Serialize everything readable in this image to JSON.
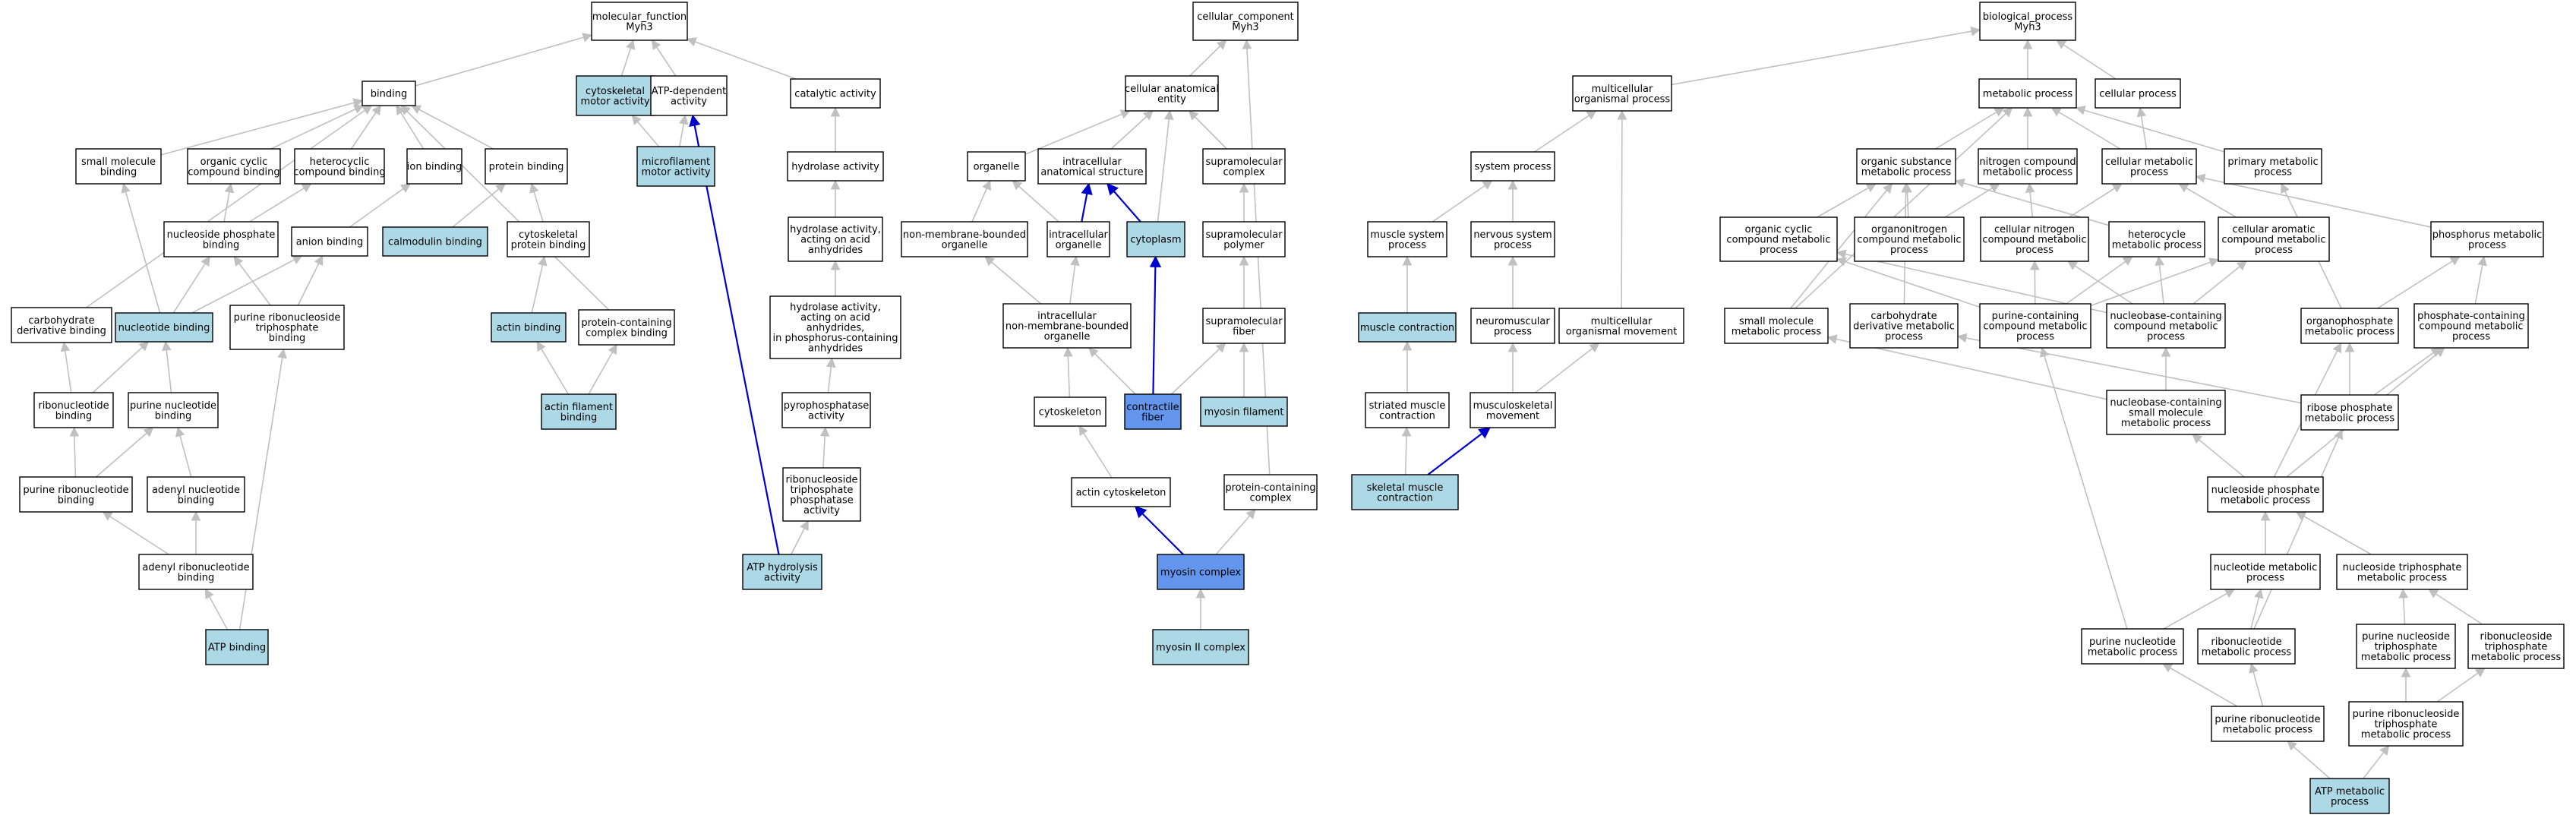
{
  "colors": {
    "node_default": "#ffffff",
    "node_light": "#add8e6",
    "node_dark": "#6495ed",
    "edge_gray": "#c0c0c0",
    "edge_blue": "#0000cc"
  },
  "nodes": {
    "mf": {
      "lines": [
        "molecular_function",
        "Myh3"
      ],
      "fill": "white"
    },
    "binding": {
      "lines": [
        "binding"
      ],
      "fill": "white"
    },
    "cyto_motor": {
      "lines": [
        "cytoskeletal",
        "motor activity"
      ],
      "fill": "light"
    },
    "atp_dep": {
      "lines": [
        "ATP-dependent",
        "activity"
      ],
      "fill": "white"
    },
    "catalytic": {
      "lines": [
        "catalytic activity"
      ],
      "fill": "white"
    },
    "micro_motor": {
      "lines": [
        "microfilament",
        "motor activity"
      ],
      "fill": "light"
    },
    "small_mol": {
      "lines": [
        "small molecule",
        "binding"
      ],
      "fill": "white"
    },
    "org_cyclic_b": {
      "lines": [
        "organic cyclic",
        "compound binding"
      ],
      "fill": "white"
    },
    "hetero_b": {
      "lines": [
        "heterocyclic",
        "compound binding"
      ],
      "fill": "white"
    },
    "ion_b": {
      "lines": [
        "ion binding"
      ],
      "fill": "white"
    },
    "protein_b": {
      "lines": [
        "protein binding"
      ],
      "fill": "white"
    },
    "hydrolase": {
      "lines": [
        "hydrolase activity"
      ],
      "fill": "white"
    },
    "nuc_phos_b": {
      "lines": [
        "nucleoside phosphate",
        "binding"
      ],
      "fill": "white"
    },
    "anion_b": {
      "lines": [
        "anion binding"
      ],
      "fill": "white"
    },
    "calmodulin": {
      "lines": [
        "calmodulin binding"
      ],
      "fill": "light"
    },
    "cyto_prot_b": {
      "lines": [
        "cytoskeletal",
        "protein binding"
      ],
      "fill": "white"
    },
    "hydro_anh": {
      "lines": [
        "hydrolase activity,",
        "acting on acid",
        "anhydrides"
      ],
      "fill": "white"
    },
    "carb_deriv_b": {
      "lines": [
        "carbohydrate",
        "derivative binding"
      ],
      "fill": "white"
    },
    "nucleotide_b": {
      "lines": [
        "nucleotide binding"
      ],
      "fill": "light"
    },
    "pur_ribonuc_tri_b": {
      "lines": [
        "purine ribonucleoside",
        "triphosphate",
        "binding"
      ],
      "fill": "white"
    },
    "actin_b": {
      "lines": [
        "actin binding"
      ],
      "fill": "light"
    },
    "prot_complex_b": {
      "lines": [
        "protein-containing",
        "complex binding"
      ],
      "fill": "white"
    },
    "hydro_p_anh": {
      "lines": [
        "hydrolase activity,",
        "acting on acid",
        "anhydrides,",
        "in phosphorus-containing",
        "anhydrides"
      ],
      "fill": "white"
    },
    "ribonuc_b": {
      "lines": [
        "ribonucleotide",
        "binding"
      ],
      "fill": "white"
    },
    "pur_nuc_b": {
      "lines": [
        "purine nucleotide",
        "binding"
      ],
      "fill": "white"
    },
    "actin_fil_b": {
      "lines": [
        "actin filament",
        "binding"
      ],
      "fill": "light"
    },
    "pyrophos": {
      "lines": [
        "pyrophosphatase",
        "activity"
      ],
      "fill": "white"
    },
    "pur_ribonuc_b": {
      "lines": [
        "purine ribonucleotide",
        "binding"
      ],
      "fill": "white"
    },
    "adenyl_nuc_b": {
      "lines": [
        "adenyl nucleotide",
        "binding"
      ],
      "fill": "white"
    },
    "ribonuc_tri_phos": {
      "lines": [
        "ribonucleoside",
        "triphosphate",
        "phosphatase",
        "activity"
      ],
      "fill": "white"
    },
    "adenyl_ribonuc_b": {
      "lines": [
        "adenyl ribonucleotide",
        "binding"
      ],
      "fill": "white"
    },
    "atp_hydro": {
      "lines": [
        "ATP hydrolysis",
        "activity"
      ],
      "fill": "light"
    },
    "atp_b": {
      "lines": [
        "ATP binding"
      ],
      "fill": "light"
    },
    "cc": {
      "lines": [
        "cellular_component",
        "Myh3"
      ],
      "fill": "white"
    },
    "cae": {
      "lines": [
        "cellular anatomical",
        "entity"
      ],
      "fill": "white"
    },
    "organelle": {
      "lines": [
        "organelle"
      ],
      "fill": "white"
    },
    "ias": {
      "lines": [
        "intracellular",
        "anatomical structure"
      ],
      "fill": "white"
    },
    "supra_complex": {
      "lines": [
        "supramolecular",
        "complex"
      ],
      "fill": "white"
    },
    "nmb_org": {
      "lines": [
        "non-membrane-bounded",
        "organelle"
      ],
      "fill": "white"
    },
    "intra_org": {
      "lines": [
        "intracellular",
        "organelle"
      ],
      "fill": "white"
    },
    "cytoplasm": {
      "lines": [
        "cytoplasm"
      ],
      "fill": "light"
    },
    "supra_polymer": {
      "lines": [
        "supramolecular",
        "polymer"
      ],
      "fill": "white"
    },
    "intra_nmb": {
      "lines": [
        "intracellular",
        "non-membrane-bounded",
        "organelle"
      ],
      "fill": "white"
    },
    "supra_fiber": {
      "lines": [
        "supramolecular",
        "fiber"
      ],
      "fill": "white"
    },
    "cytoskeleton": {
      "lines": [
        "cytoskeleton"
      ],
      "fill": "white"
    },
    "contractile": {
      "lines": [
        "contractile",
        "fiber"
      ],
      "fill": "dark"
    },
    "myosin_fil": {
      "lines": [
        "myosin filament"
      ],
      "fill": "light"
    },
    "actin_cyto": {
      "lines": [
        "actin cytoskeleton"
      ],
      "fill": "white"
    },
    "prot_complex": {
      "lines": [
        "protein-containing",
        "complex"
      ],
      "fill": "white"
    },
    "myosin_complex": {
      "lines": [
        "myosin complex"
      ],
      "fill": "dark"
    },
    "myosin2": {
      "lines": [
        "myosin II complex"
      ],
      "fill": "light"
    },
    "bp": {
      "lines": [
        "biological_process",
        "Myh3"
      ],
      "fill": "white"
    },
    "multi_org": {
      "lines": [
        "multicellular",
        "organismal process"
      ],
      "fill": "white"
    },
    "metabolic": {
      "lines": [
        "metabolic process"
      ],
      "fill": "white"
    },
    "cellular": {
      "lines": [
        "cellular process"
      ],
      "fill": "white"
    },
    "system": {
      "lines": [
        "system process"
      ],
      "fill": "white"
    },
    "org_subst": {
      "lines": [
        "organic substance",
        "metabolic process"
      ],
      "fill": "white"
    },
    "nitrogen": {
      "lines": [
        "nitrogen compound",
        "metabolic process"
      ],
      "fill": "white"
    },
    "cell_meta": {
      "lines": [
        "cellular metabolic",
        "process"
      ],
      "fill": "white"
    },
    "primary": {
      "lines": [
        "primary metabolic",
        "process"
      ],
      "fill": "white"
    },
    "muscle_sys": {
      "lines": [
        "muscle system",
        "process"
      ],
      "fill": "white"
    },
    "nervous": {
      "lines": [
        "nervous system",
        "process"
      ],
      "fill": "white"
    },
    "org_cyclic": {
      "lines": [
        "organic cyclic",
        "compound metabolic",
        "process"
      ],
      "fill": "white"
    },
    "organonitrogen": {
      "lines": [
        "organonitrogen",
        "compound metabolic",
        "process"
      ],
      "fill": "white"
    },
    "cell_nitrogen": {
      "lines": [
        "cellular nitrogen",
        "compound metabolic",
        "process"
      ],
      "fill": "white"
    },
    "heterocycle": {
      "lines": [
        "heterocycle",
        "metabolic process"
      ],
      "fill": "white"
    },
    "cell_aromatic": {
      "lines": [
        "cellular aromatic",
        "compound metabolic",
        "process"
      ],
      "fill": "white"
    },
    "phosphorus": {
      "lines": [
        "phosphorus metabolic",
        "process"
      ],
      "fill": "white"
    },
    "muscle_contr": {
      "lines": [
        "muscle contraction"
      ],
      "fill": "light"
    },
    "neuromuscular": {
      "lines": [
        "neuromuscular",
        "process"
      ],
      "fill": "white"
    },
    "multi_move": {
      "lines": [
        "multicellular",
        "organismal movement"
      ],
      "fill": "white"
    },
    "small_mol_meta": {
      "lines": [
        "small molecule",
        "metabolic process"
      ],
      "fill": "white"
    },
    "carb_deriv_meta": {
      "lines": [
        "carbohydrate",
        "derivative metabolic",
        "process"
      ],
      "fill": "white"
    },
    "purine_cont": {
      "lines": [
        "purine-containing",
        "compound metabolic",
        "process"
      ],
      "fill": "white"
    },
    "nucbase_cont": {
      "lines": [
        "nucleobase-containing",
        "compound metabolic",
        "process"
      ],
      "fill": "white"
    },
    "organophos": {
      "lines": [
        "organophosphate",
        "metabolic process"
      ],
      "fill": "white"
    },
    "phosphate_cont": {
      "lines": [
        "phosphate-containing",
        "compound metabolic",
        "process"
      ],
      "fill": "white"
    },
    "striated": {
      "lines": [
        "striated muscle",
        "contraction"
      ],
      "fill": "white"
    },
    "musculoskeletal": {
      "lines": [
        "musculoskeletal",
        "movement"
      ],
      "fill": "white"
    },
    "nucbase_small": {
      "lines": [
        "nucleobase-containing",
        "small molecule",
        "metabolic process"
      ],
      "fill": "white"
    },
    "ribose_phos": {
      "lines": [
        "ribose phosphate",
        "metabolic process"
      ],
      "fill": "white"
    },
    "skeletal": {
      "lines": [
        "skeletal muscle",
        "contraction"
      ],
      "fill": "light"
    },
    "nuc_phos_meta": {
      "lines": [
        "nucleoside phosphate",
        "metabolic process"
      ],
      "fill": "white"
    },
    "nucleotide_meta": {
      "lines": [
        "nucleotide metabolic",
        "process"
      ],
      "fill": "white"
    },
    "nuc_tri_meta": {
      "lines": [
        "nucleoside triphosphate",
        "metabolic process"
      ],
      "fill": "white"
    },
    "pur_nuc_meta": {
      "lines": [
        "purine nucleotide",
        "metabolic process"
      ],
      "fill": "white"
    },
    "ribonuc_meta": {
      "lines": [
        "ribonucleotide",
        "metabolic process"
      ],
      "fill": "white"
    },
    "pur_nuc_tri_meta": {
      "lines": [
        "purine nucleoside",
        "triphosphate",
        "metabolic process"
      ],
      "fill": "white"
    },
    "ribonuc_tri_meta": {
      "lines": [
        "ribonucleoside",
        "triphosphate",
        "metabolic process"
      ],
      "fill": "white"
    },
    "pur_ribonuc_meta": {
      "lines": [
        "purine ribonucleotide",
        "metabolic process"
      ],
      "fill": "white"
    },
    "pur_ribonuc_tri_meta": {
      "lines": [
        "purine ribonucleoside",
        "triphosphate",
        "metabolic process"
      ],
      "fill": "white"
    },
    "atp_meta": {
      "lines": [
        "ATP metabolic",
        "process"
      ],
      "fill": "light"
    }
  },
  "edges": [
    [
      "binding",
      "mf",
      "g"
    ],
    [
      "cyto_motor",
      "mf",
      "g"
    ],
    [
      "atp_dep",
      "mf",
      "g"
    ],
    [
      "catalytic",
      "mf",
      "g"
    ],
    [
      "micro_motor",
      "cyto_motor",
      "g"
    ],
    [
      "micro_motor",
      "atp_dep",
      "g"
    ],
    [
      "small_mol",
      "binding",
      "g"
    ],
    [
      "org_cyclic_b",
      "binding",
      "g"
    ],
    [
      "hetero_b",
      "binding",
      "g"
    ],
    [
      "ion_b",
      "binding",
      "g"
    ],
    [
      "protein_b",
      "binding",
      "g"
    ],
    [
      "carb_deriv_b",
      "binding",
      "g"
    ],
    [
      "prot_complex_b",
      "binding",
      "g"
    ],
    [
      "hydrolase",
      "catalytic",
      "g"
    ],
    [
      "hydro_anh",
      "hydrolase",
      "g"
    ],
    [
      "hydro_p_anh",
      "hydro_anh",
      "g"
    ],
    [
      "pyrophos",
      "hydro_p_anh",
      "g"
    ],
    [
      "ribonuc_tri_phos",
      "pyrophos",
      "g"
    ],
    [
      "atp_hydro",
      "ribonuc_tri_phos",
      "g"
    ],
    [
      "atp_hydro",
      "atp_dep",
      "b"
    ],
    [
      "nuc_phos_b",
      "org_cyclic_b",
      "g"
    ],
    [
      "nuc_phos_b",
      "hetero_b",
      "g"
    ],
    [
      "anion_b",
      "ion_b",
      "g"
    ],
    [
      "calmodulin",
      "protein_b",
      "g"
    ],
    [
      "cyto_prot_b",
      "protein_b",
      "g"
    ],
    [
      "actin_b",
      "cyto_prot_b",
      "g"
    ],
    [
      "actin_fil_b",
      "actin_b",
      "g"
    ],
    [
      "actin_fil_b",
      "prot_complex_b",
      "g"
    ],
    [
      "nucleotide_b",
      "small_mol",
      "g"
    ],
    [
      "nucleotide_b",
      "nuc_phos_b",
      "g"
    ],
    [
      "nucleotide_b",
      "anion_b",
      "g"
    ],
    [
      "pur_ribonuc_tri_b",
      "nuc_phos_b",
      "g"
    ],
    [
      "pur_ribonuc_tri_b",
      "anion_b",
      "g"
    ],
    [
      "ribonuc_b",
      "nucleotide_b",
      "g"
    ],
    [
      "ribonuc_b",
      "carb_deriv_b",
      "g"
    ],
    [
      "pur_nuc_b",
      "nucleotide_b",
      "g"
    ],
    [
      "pur_ribonuc_b",
      "ribonuc_b",
      "g"
    ],
    [
      "pur_ribonuc_b",
      "pur_nuc_b",
      "g"
    ],
    [
      "adenyl_nuc_b",
      "pur_nuc_b",
      "g"
    ],
    [
      "adenyl_ribonuc_b",
      "pur_ribonuc_b",
      "g"
    ],
    [
      "adenyl_ribonuc_b",
      "adenyl_nuc_b",
      "g"
    ],
    [
      "atp_b",
      "adenyl_ribonuc_b",
      "g"
    ],
    [
      "atp_b",
      "pur_ribonuc_tri_b",
      "g"
    ],
    [
      "cae",
      "cc",
      "g"
    ],
    [
      "prot_complex",
      "cc",
      "g"
    ],
    [
      "organelle",
      "cae",
      "g"
    ],
    [
      "ias",
      "cae",
      "g"
    ],
    [
      "supra_complex",
      "cae",
      "g"
    ],
    [
      "cytoplasm",
      "cae",
      "g"
    ],
    [
      "nmb_org",
      "organelle",
      "g"
    ],
    [
      "intra_org",
      "organelle",
      "g"
    ],
    [
      "intra_org",
      "ias",
      "b"
    ],
    [
      "cytoplasm",
      "ias",
      "b"
    ],
    [
      "supra_polymer",
      "supra_complex",
      "g"
    ],
    [
      "intra_nmb",
      "nmb_org",
      "g"
    ],
    [
      "intra_nmb",
      "intra_org",
      "g"
    ],
    [
      "supra_fiber",
      "supra_polymer",
      "g"
    ],
    [
      "cytoskeleton",
      "intra_nmb",
      "g"
    ],
    [
      "contractile",
      "intra_nmb",
      "g"
    ],
    [
      "contractile",
      "supra_fiber",
      "g"
    ],
    [
      "contractile",
      "cytoplasm",
      "b"
    ],
    [
      "myosin_fil",
      "supra_fiber",
      "g"
    ],
    [
      "actin_cyto",
      "cytoskeleton",
      "g"
    ],
    [
      "myosin_complex",
      "actin_cyto",
      "b"
    ],
    [
      "myosin_complex",
      "prot_complex",
      "g"
    ],
    [
      "myosin2",
      "myosin_complex",
      "g"
    ],
    [
      "multi_org",
      "bp",
      "g"
    ],
    [
      "metabolic",
      "bp",
      "g"
    ],
    [
      "cellular",
      "bp",
      "g"
    ],
    [
      "system",
      "multi_org",
      "g"
    ],
    [
      "multi_move",
      "multi_org",
      "g"
    ],
    [
      "org_subst",
      "metabolic",
      "g"
    ],
    [
      "nitrogen",
      "metabolic",
      "g"
    ],
    [
      "cell_meta",
      "metabolic",
      "g"
    ],
    [
      "cell_meta",
      "cellular",
      "g"
    ],
    [
      "primary",
      "metabolic",
      "g"
    ],
    [
      "muscle_sys",
      "system",
      "g"
    ],
    [
      "nervous",
      "system",
      "g"
    ],
    [
      "org_cyclic",
      "org_subst",
      "g"
    ],
    [
      "organonitrogen",
      "org_subst",
      "g"
    ],
    [
      "organonitrogen",
      "nitrogen",
      "g"
    ],
    [
      "cell_nitrogen",
      "nitrogen",
      "g"
    ],
    [
      "cell_nitrogen",
      "cell_meta",
      "g"
    ],
    [
      "heterocycle",
      "org_subst",
      "g"
    ],
    [
      "cell_aromatic",
      "cell_meta",
      "g"
    ],
    [
      "phosphorus",
      "cell_meta",
      "g"
    ],
    [
      "small_mol_meta",
      "metabolic",
      "g"
    ],
    [
      "small_mol_meta",
      "org_subst",
      "g"
    ],
    [
      "carb_deriv_meta",
      "org_subst",
      "g"
    ],
    [
      "muscle_contr",
      "muscle_sys",
      "g"
    ],
    [
      "neuromuscular",
      "nervous",
      "g"
    ],
    [
      "purine_cont",
      "org_cyclic",
      "g"
    ],
    [
      "purine_cont",
      "cell_nitrogen",
      "g"
    ],
    [
      "purine_cont",
      "heterocycle",
      "g"
    ],
    [
      "purine_cont",
      "cell_aromatic",
      "g"
    ],
    [
      "nucbase_cont",
      "org_cyclic",
      "g"
    ],
    [
      "nucbase_cont",
      "cell_nitrogen",
      "g"
    ],
    [
      "nucbase_cont",
      "heterocycle",
      "g"
    ],
    [
      "nucbase_cont",
      "cell_aromatic",
      "g"
    ],
    [
      "organophos",
      "phosphorus",
      "g"
    ],
    [
      "organophos",
      "primary",
      "g"
    ],
    [
      "phosphate_cont",
      "phosphorus",
      "g"
    ],
    [
      "striated",
      "muscle_contr",
      "g"
    ],
    [
      "skeletal",
      "striated",
      "g"
    ],
    [
      "musculoskeletal",
      "neuromuscular",
      "g"
    ],
    [
      "musculoskeletal",
      "multi_move",
      "g"
    ],
    [
      "skeletal",
      "musculoskeletal",
      "b"
    ],
    [
      "nucbase_small",
      "small_mol_meta",
      "g"
    ],
    [
      "nucbase_small",
      "nucbase_cont",
      "g"
    ],
    [
      "ribose_phos",
      "carb_deriv_meta",
      "g"
    ],
    [
      "ribose_phos",
      "organophos",
      "g"
    ],
    [
      "ribose_phos",
      "phosphate_cont",
      "g"
    ],
    [
      "nuc_phos_meta",
      "nucbase_small",
      "g"
    ],
    [
      "nuc_phos_meta",
      "organophos",
      "g"
    ],
    [
      "nuc_phos_meta",
      "phosphate_cont",
      "g"
    ],
    [
      "nucleotide_meta",
      "nuc_phos_meta",
      "g"
    ],
    [
      "nuc_tri_meta",
      "nuc_phos_meta",
      "g"
    ],
    [
      "pur_nuc_meta",
      "nucleotide_meta",
      "g"
    ],
    [
      "pur_nuc_meta",
      "purine_cont",
      "g"
    ],
    [
      "ribonuc_meta",
      "nucleotide_meta",
      "g"
    ],
    [
      "ribonuc_meta",
      "ribose_phos",
      "g"
    ],
    [
      "pur_nuc_tri_meta",
      "nuc_tri_meta",
      "g"
    ],
    [
      "ribonuc_tri_meta",
      "nuc_tri_meta",
      "g"
    ],
    [
      "pur_ribonuc_meta",
      "pur_nuc_meta",
      "g"
    ],
    [
      "pur_ribonuc_meta",
      "ribonuc_meta",
      "g"
    ],
    [
      "pur_ribonuc_tri_meta",
      "pur_nuc_tri_meta",
      "g"
    ],
    [
      "pur_ribonuc_tri_meta",
      "ribonuc_tri_meta",
      "g"
    ],
    [
      "atp_meta",
      "pur_ribonuc_meta",
      "g"
    ],
    [
      "atp_meta",
      "pur_ribonuc_tri_meta",
      "g"
    ]
  ]
}
